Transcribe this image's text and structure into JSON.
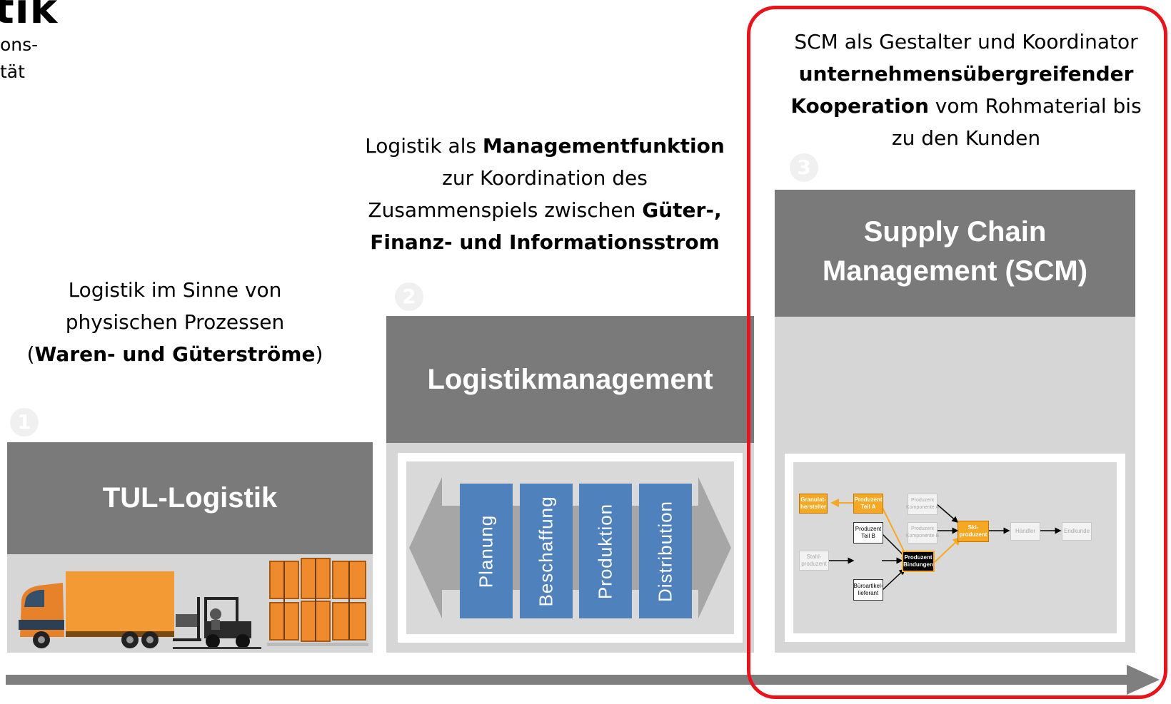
{
  "header": {
    "title_fragment": "tik",
    "text_line1": "ons-",
    "text_line2": "tät"
  },
  "stage1": {
    "description": {
      "line1": "Logistik im Sinne von",
      "line2": "physischen Prozessen",
      "line3_open": "(",
      "line3_bold": "Waren- und Güterströme",
      "line3_close": ")"
    },
    "number": "1",
    "title": "TUL-Logistik"
  },
  "stage2": {
    "description": {
      "line1_a": "Logistik als ",
      "line1_bold": "Managementfunktion",
      "line2": "zur Koordination des",
      "line3_a": "Zusammenspiels zwischen ",
      "line3_bold": "Güter-,",
      "line4_bold": "Finanz- und Informationsstrom"
    },
    "number": "2",
    "title": "Logistikmanagement",
    "phases": [
      "Planung",
      "Beschaffung",
      "Produktion",
      "Distribution"
    ]
  },
  "stage3": {
    "description": {
      "line1": "SCM als Gestalter und Koordinator",
      "line2_bold": "unternehmensübergreifender",
      "line3_bold": "Kooperation",
      "line3_b": " vom Rohmaterial bis",
      "line4": "zu den Kunden"
    },
    "number": "3",
    "title_line1": "Supply Chain",
    "title_line2": "Management (SCM)",
    "network": {
      "granulat": "Granulat-\nhersteller",
      "teil_a": "Produzent\nTeil A",
      "komp_a": "Produzent\nKomponente A",
      "teil_b": "Produzent\nTeil B",
      "komp_b": "Produzent\nKomponente B",
      "stahl": "Stahl-\nproduzent",
      "bindungen": "Produzent\nBindungen",
      "buero": "Büroartikel-\nlieferant",
      "ski": "Ski-\nproduzent",
      "haendler": "Händler",
      "endkunde": "Endkunde"
    }
  },
  "colors": {
    "dark_header": "#7a7a7a",
    "light_panel": "#d6d6d6",
    "phase_blue": "#4f81bd",
    "highlight_red": "#e8141b",
    "truck_orange": "#f39a34",
    "node_orange": "#f7a823",
    "timeline_grey": "#7f7f7f"
  },
  "icons": [
    "truck-icon",
    "forklift-icon",
    "crates-icon",
    "timeline-arrow-icon"
  ]
}
